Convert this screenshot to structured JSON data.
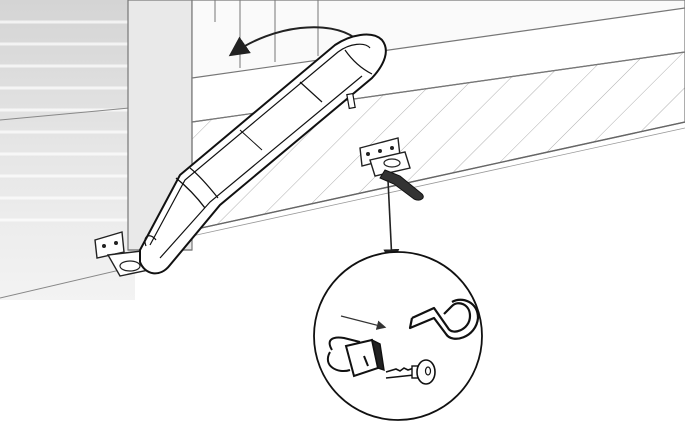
{
  "diagram": {
    "parts": [
      {
        "id": "gate-wall",
        "icon": "wall-panel-icon"
      },
      {
        "id": "gate-leaf",
        "icon": "hatched-gate-icon"
      },
      {
        "id": "gate-operator",
        "icon": "swing-gate-motor-icon"
      },
      {
        "id": "opening-direction-arrow",
        "icon": "curved-arrow-icon"
      },
      {
        "id": "rear-bracket",
        "icon": "mounting-bracket-icon"
      },
      {
        "id": "front-bracket",
        "icon": "mounting-bracket-icon"
      },
      {
        "id": "release-lever",
        "icon": "release-lever-icon"
      },
      {
        "id": "callout-arrow",
        "icon": "down-arrow-icon"
      },
      {
        "id": "detail-magnifier",
        "icon": "magnifier-circle-icon"
      },
      {
        "id": "insert-direction-arrow",
        "icon": "arrow-icon"
      },
      {
        "id": "release-lever-detail",
        "icon": "lever-outline-icon"
      },
      {
        "id": "lock-cylinder",
        "icon": "lock-icon"
      },
      {
        "id": "release-key",
        "icon": "key-icon"
      }
    ]
  }
}
